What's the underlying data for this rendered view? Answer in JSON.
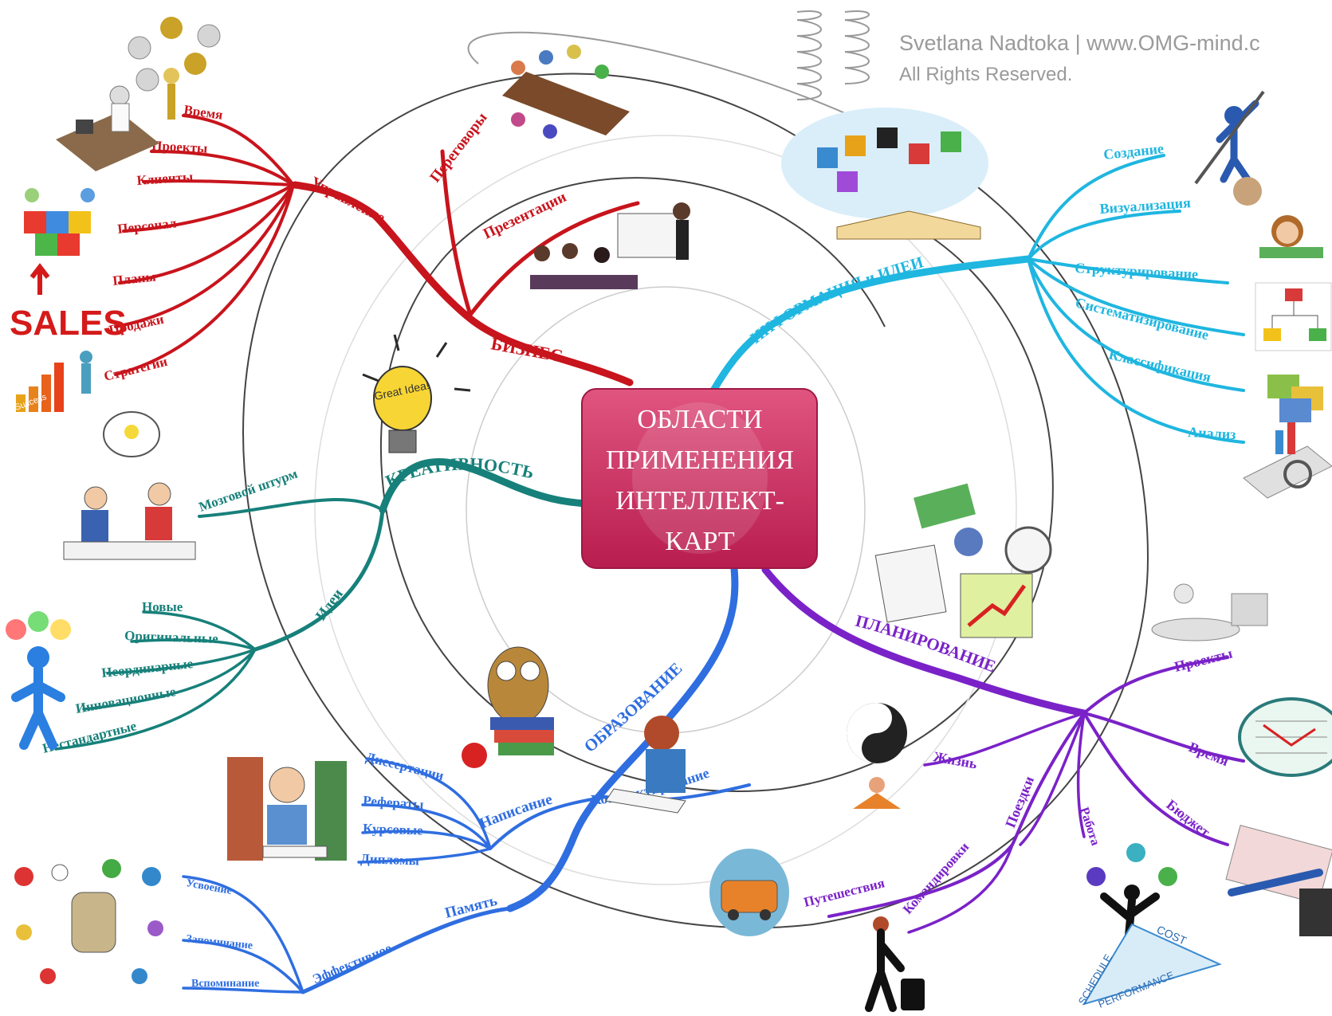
{
  "watermark": {
    "line1": "Svetlana Nadtoka | www.OMG-mind.c",
    "line2": "All Rights Reserved."
  },
  "center": {
    "lines": [
      "ОБЛАСТИ",
      "ПРИМЕНЕНИЯ",
      "ИНТЕЛЛЕКТ-",
      "КАРТ"
    ],
    "color": "#d22e63"
  },
  "branches": {
    "business": {
      "color": "#c8141c",
      "label": "БИЗНЕС",
      "management": "Управление",
      "management_items": [
        "Время",
        "Проекты",
        "Клиенты",
        "Персонал",
        "Планы",
        "Продажи",
        "Стратегии"
      ],
      "negotiations": "Переговоры",
      "presentations": "Презентации"
    },
    "info": {
      "color": "#1fb6e0",
      "label": "ИНФОРМАЦИЯ и ИДЕИ",
      "items": [
        "Создание",
        "Визуализация",
        "Структурирование",
        "Систематизирование",
        "Классификация",
        "Анализ"
      ]
    },
    "creativity": {
      "color": "#17807a",
      "label": "КРЕАТИВНОСТЬ",
      "brainstorm": "Мозговой штурм",
      "ideas": "Идеи",
      "idea_items": [
        "Новые",
        "Оригинальные",
        "Неординарные",
        "Инновационные",
        "Нестандартные"
      ]
    },
    "planning": {
      "color": "#7a22c8",
      "label": "ПЛАНИРОВАНИЕ",
      "items": [
        "Проекты",
        "Время",
        "Бюджет",
        "Работа",
        "Поездки",
        "Жизнь"
      ],
      "trips": [
        "Путешествия",
        "Командировки"
      ]
    },
    "education": {
      "color": "#2f6ee0",
      "label": "ОБРАЗОВАНИЕ",
      "writing": "Написание",
      "writing_items": [
        "Диссертации",
        "Рефераты",
        "Курсовые",
        "Дипломы"
      ],
      "notes": "Конспектирование",
      "memory": "Память",
      "effective": "Эффективное",
      "memory_items": [
        "Усвоение",
        "Запоминание",
        "Вспоминание"
      ]
    }
  },
  "pictures": {
    "sales_sign": "SALES",
    "idea_bulb": "Great Idea!",
    "success_bars": "Success",
    "triangle_labels": [
      "SCHEDULE",
      "COST",
      "PERFORMANCE"
    ]
  }
}
